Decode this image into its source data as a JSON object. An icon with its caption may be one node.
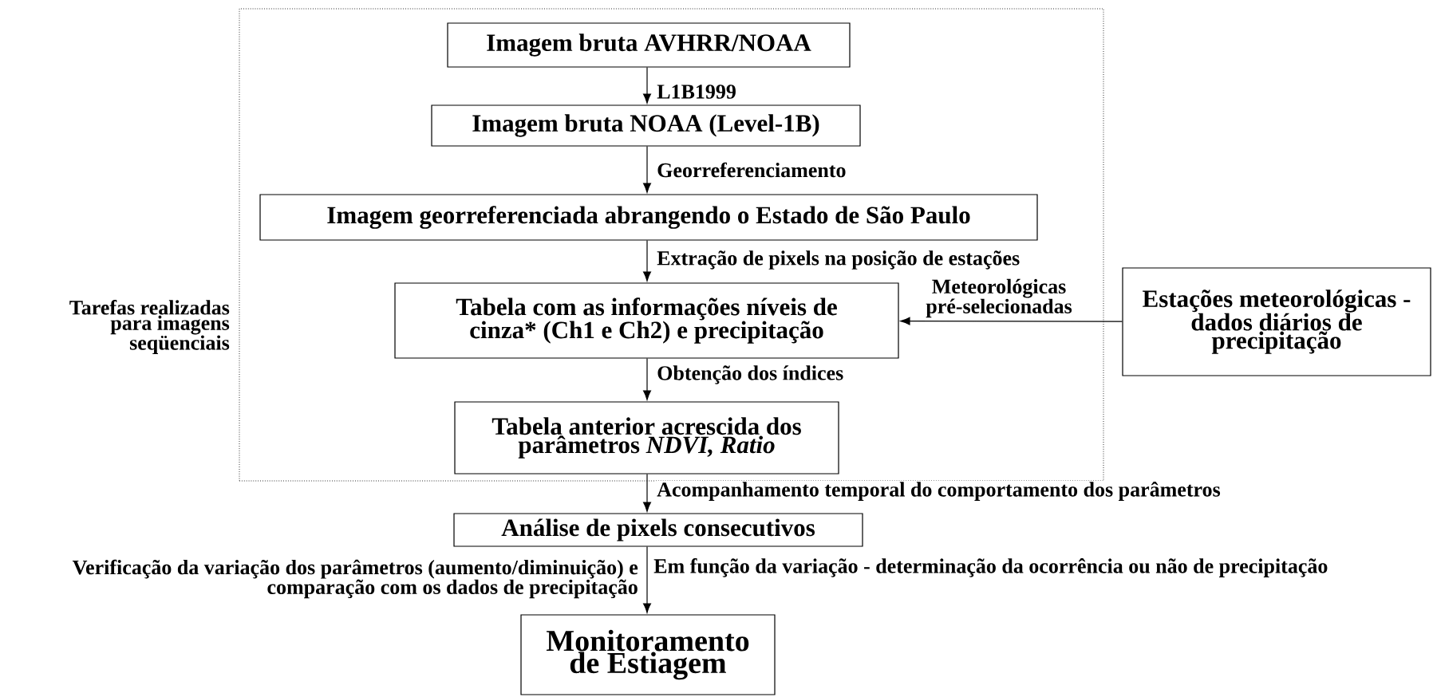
{
  "diagram": {
    "nodes": [
      {
        "text": [
          "Tarefas realizadas para imagens seqüenciais"
        ]
      },
      {
        "text": [
          "Imagem bruta AVHRR/NOAA"
        ],
        "in": 0
      },
      {
        "text": [
          "Imagem bruta NOAA (Level-1B)"
        ],
        "in": 0
      },
      {
        "text": [
          "Imagem georreferenciada abrangendo o Estado de São Paulo"
        ],
        "in": 0
      },
      {
        "text": [
          "Tabela com as informações níveis de cinza* (Ch1 e Ch2) e precipitação"
        ],
        "in": 0
      },
      {
        "text": [
          "Estações meteorológicas - dados diários de precipitação"
        ]
      },
      {
        "text": [
          "Tabela anterior acrescida dos parâmetros *NDVI, Ratio*"
        ],
        "in": 0
      },
      {
        "text": [
          "Análise de pixels consecutivos"
        ]
      },
      {
        "text": [
          "Monitoramento de Estiagem"
        ]
      }
    ],
    "edges": [
      {
        "from": 1,
        "to": 2,
        "arrow": "to",
        "label": "L1B1999"
      },
      {
        "from": 2,
        "to": 3,
        "arrow": "to",
        "label": "Georreferenciamento"
      },
      {
        "from": 3,
        "to": 4,
        "arrow": "to",
        "label": "Extração de pixels na posição de estações"
      },
      {
        "from": 5,
        "to": 4,
        "arrow": "to",
        "label": "Meteorológicas pré-selecionadas"
      },
      {
        "from": 4,
        "to": 6,
        "arrow": "to",
        "label": "Obtenção dos índices"
      },
      {
        "from": 6,
        "to": 7,
        "arrow": "to",
        "label": "Acompanhamento temporal do comportamento dos parâmetros"
      },
      {
        "from": 7,
        "to": 8,
        "arrow": "to",
        "label": "Em função da variação - determinação da ocorrência ou não de precipitação"
      }
    ],
    "labels": [
      "Verificação da variação dos parâmetros (aumento/diminuição) e comparação com os dados de precipitação"
    ]
  }
}
